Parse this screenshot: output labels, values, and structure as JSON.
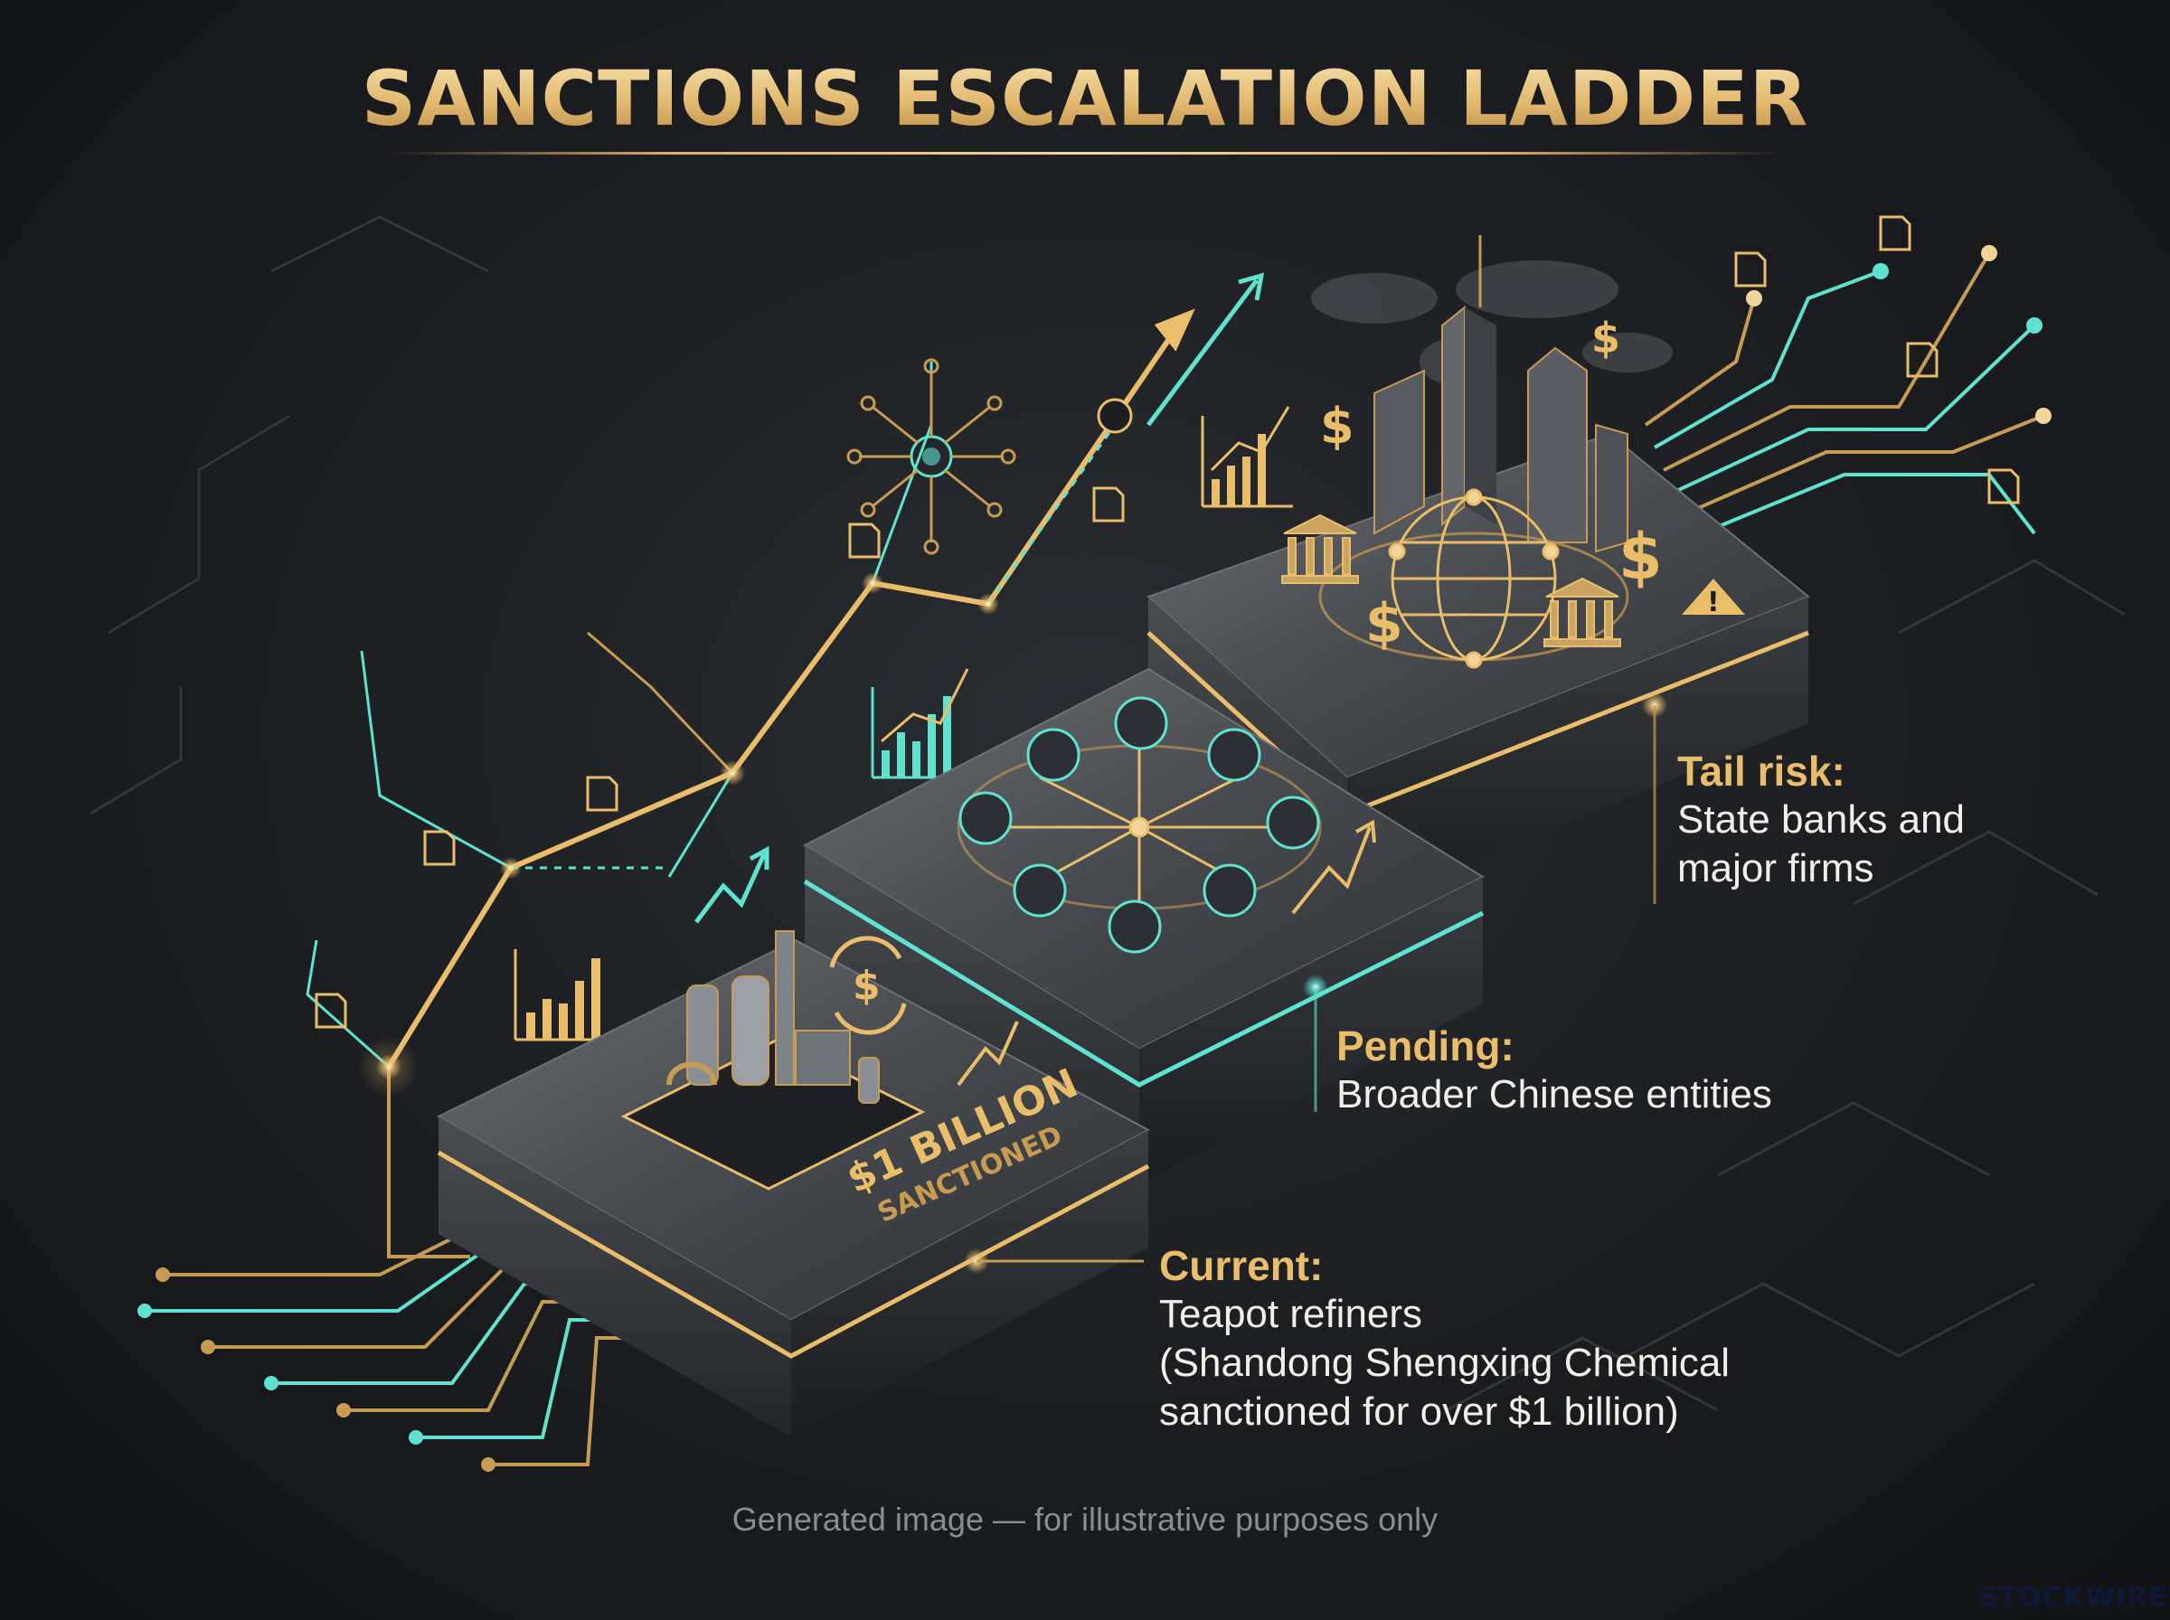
{
  "title": "SANCTIONS ESCALATION LADDER",
  "steps": [
    {
      "label": "Current:",
      "text_lines": [
        "Teapot refiners",
        "(Shandong Shengxing Chemical",
        "sanctioned for over $1 billion)"
      ]
    },
    {
      "label": "Pending:",
      "text_lines": [
        "Broader Chinese entities"
      ]
    },
    {
      "label": "Tail risk:",
      "text_lines": [
        "State banks and",
        "major firms"
      ]
    }
  ],
  "step1_badge": {
    "line1": "$1 BILLION",
    "line2": "SANCTIONED"
  },
  "footer": "Generated image — for illustrative purposes only",
  "brand": "STOCKWIRE",
  "icons": [
    "refinery-icon",
    "currency-cycle-icon",
    "network-hub-icon",
    "skyscraper-icon",
    "bank-icon",
    "globe-network-icon",
    "warning-icon",
    "dollar-icon",
    "document-icon",
    "bar-chart-icon",
    "trend-arrow-icon",
    "world-map-icon"
  ],
  "colors": {
    "gold": "#e9bd6a",
    "teal": "#5fe3d0",
    "background": "#1b1d20",
    "text": "#f1efe9"
  }
}
